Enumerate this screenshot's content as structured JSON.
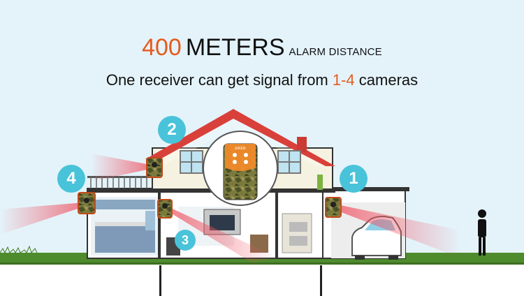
{
  "headline": {
    "number": "400",
    "unit": "METERS",
    "suffix": "ALARM DISTANCE"
  },
  "subline": {
    "prefix": "One receiver can get signal from ",
    "highlight": "1-4",
    "suffix": " cameras"
  },
  "badges": [
    "2",
    "4",
    "1",
    "3"
  ],
  "receiver": {
    "brand_text": "EIKEN"
  },
  "colors": {
    "accent_orange": "#e65a1c",
    "badge_teal": "#49c3d9",
    "sky": "#e4f3fa",
    "roof": "#d9403a",
    "grass": "#4e8b2d"
  }
}
